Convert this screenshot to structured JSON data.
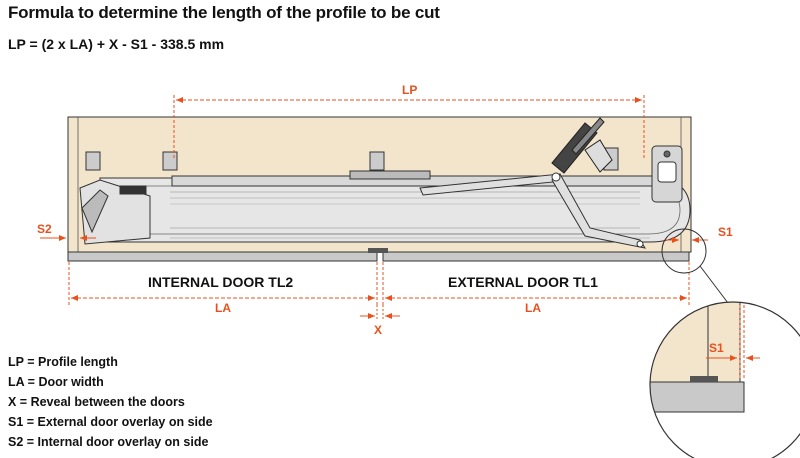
{
  "title": "Formula to determine the length of the profile to be cut",
  "formula": "LP = (2 x LA) + X - S1 - 338.5 mm",
  "dimensions": {
    "lp": "LP",
    "la_left": "LA",
    "la_right": "LA",
    "x": "X",
    "s1": "S1",
    "s2": "S2",
    "s1_detail": "S1"
  },
  "doors": {
    "internal": "INTERNAL DOOR TL2",
    "external": "EXTERNAL DOOR TL1"
  },
  "legend": [
    "LP = Profile length",
    "LA = Door width",
    "X = Reveal between the doors",
    "S1 = External door overlay on side",
    "S2 = Internal door overlay on side"
  ],
  "colors": {
    "dimension": "#e8501e",
    "cabinet": "#f3e4cc",
    "door": "#c9c9c9",
    "profile": "#e6e6e6"
  }
}
